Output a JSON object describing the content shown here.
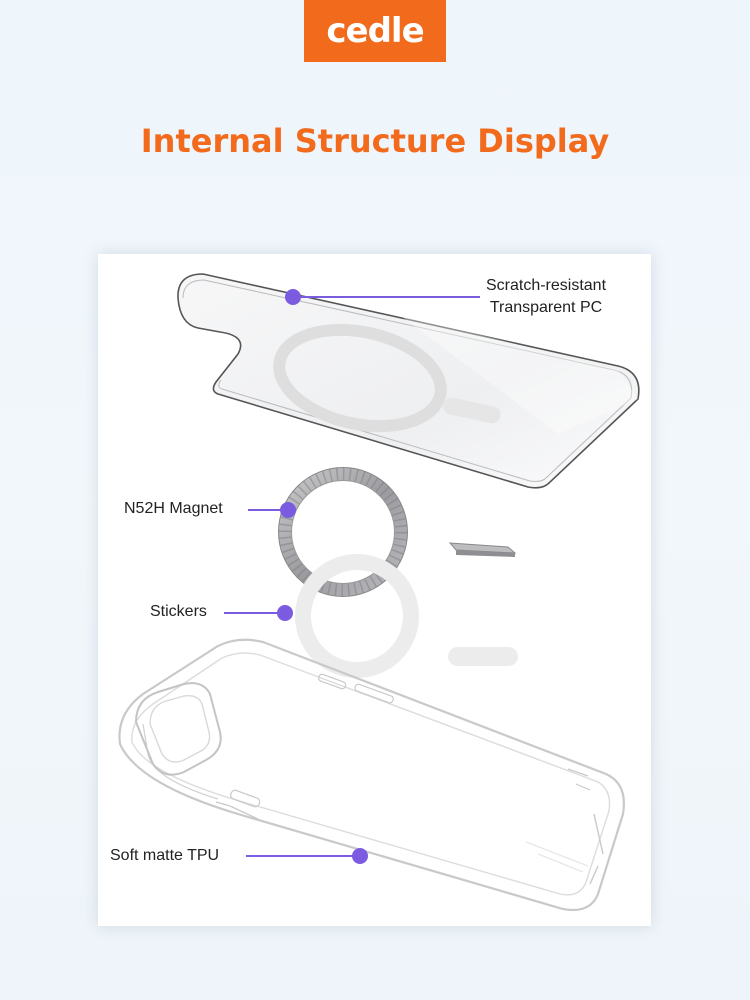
{
  "brand": {
    "logo_text": "cedle",
    "accent_color": "#f26a1b"
  },
  "page": {
    "title": "Internal Structure Display"
  },
  "diagram": {
    "marker_color": "#7b5ce0",
    "components": [
      {
        "id": "pc",
        "label_lines": [
          "Scratch-resistant",
          "Transparent PC"
        ]
      },
      {
        "id": "magnet",
        "label": "N52H Magnet"
      },
      {
        "id": "stickers",
        "label": "Stickers"
      },
      {
        "id": "tpu",
        "label": "Soft matte TPU"
      }
    ]
  }
}
